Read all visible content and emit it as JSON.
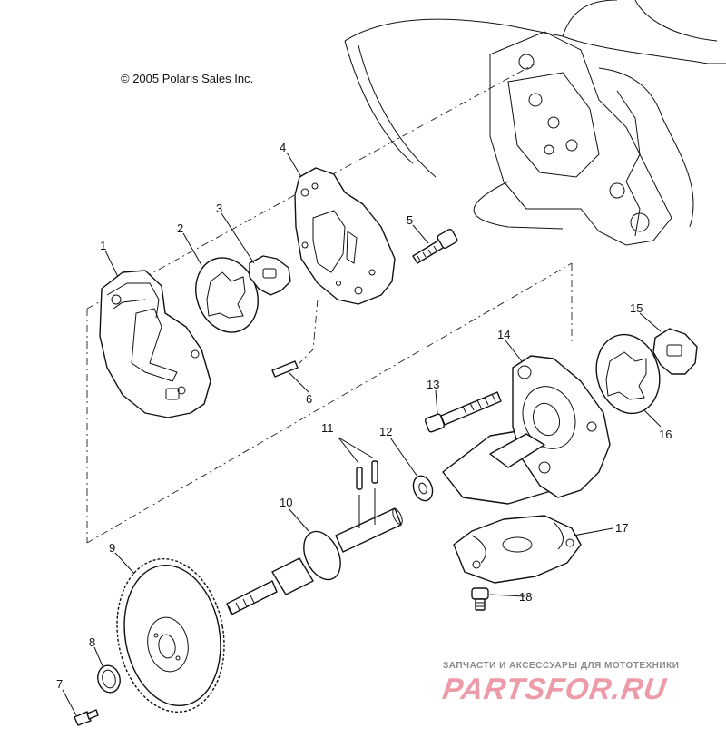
{
  "copyright": "© 2005 Polaris Sales Inc.",
  "callouts": [
    "1",
    "2",
    "3",
    "4",
    "5",
    "6",
    "7",
    "8",
    "9",
    "10",
    "11",
    "12",
    "13",
    "14",
    "15",
    "16",
    "17",
    "18"
  ],
  "watermark": {
    "tagline": "ЗАПЧАСТИ И АКСЕССУАРЫ ДЛЯ МОТОТЕХНИКИ",
    "logo": "PARTSFOR.RU"
  },
  "colors": {
    "line": "#111111",
    "background": "#ffffff",
    "watermark": "#e87a8c"
  }
}
